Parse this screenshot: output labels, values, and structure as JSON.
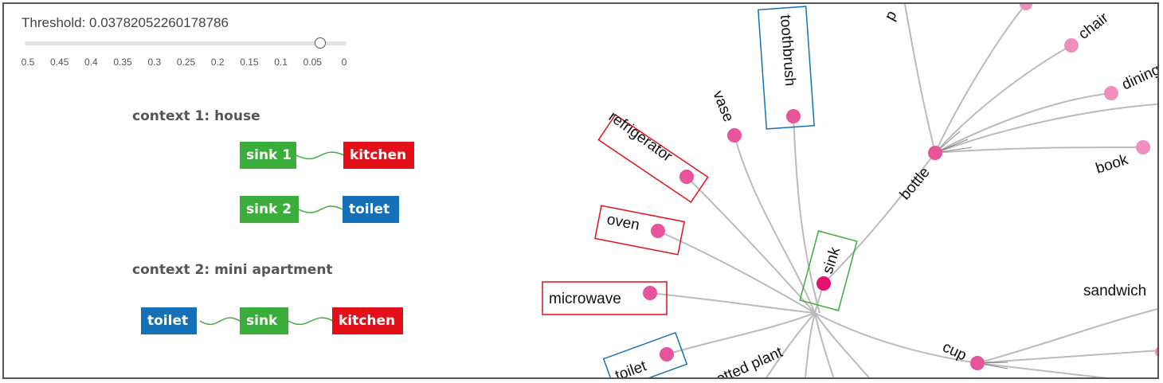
{
  "slider": {
    "label": "Threshold: 0.03782052260178786",
    "value": 0.03782052260178786,
    "min": 0,
    "max": 0.5,
    "ticks": [
      "0.5",
      "0.45",
      "0.4",
      "0.35",
      "0.3",
      "0.25",
      "0.2",
      "0.15",
      "0.1",
      "0.05",
      "0"
    ]
  },
  "contexts": [
    {
      "title": "context 1: house",
      "pairs": [
        [
          "sink 1",
          "kitchen"
        ],
        [
          "sink 2",
          "toilet"
        ]
      ]
    },
    {
      "title": "context 2: mini apartment",
      "chain": [
        "toilet",
        "sink",
        "kitchen"
      ]
    }
  ],
  "colors": {
    "sink": "#3bad3b",
    "kitchen": "#e3101a",
    "toilet": "#1570b8",
    "node": "#e8549a",
    "node_light": "#f08fbd",
    "edge": "#bbbbbb"
  },
  "tree": {
    "center": "sink",
    "nodes": [
      "toothbrush",
      "vase",
      "refrigerator",
      "oven",
      "microwave",
      "toilet",
      "potted plant",
      "bottle",
      "cup"
    ],
    "bottle_children": [
      "p",
      "chair",
      "dining",
      "book"
    ],
    "cup_children": [
      "sandwich"
    ]
  }
}
